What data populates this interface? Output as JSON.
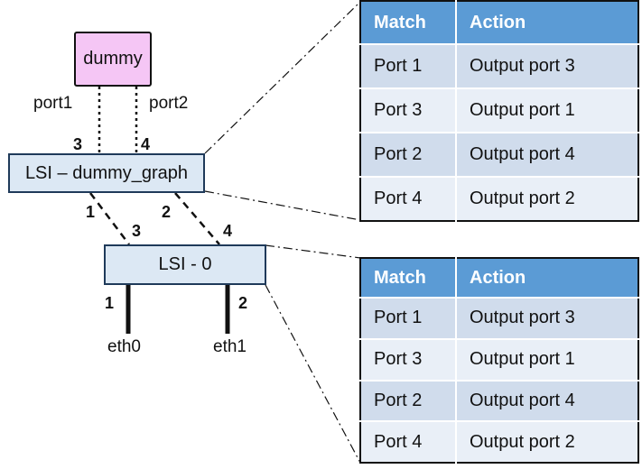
{
  "colors": {
    "dummy_fill": "#f5c6f5",
    "lsi_fill": "#dce8f4",
    "header_fill": "#5b9bd5",
    "row_dark": "#d0dcec",
    "row_light": "#e9eff7"
  },
  "nodes": {
    "dummy": "dummy",
    "lsi_graph": "LSI – dummy_graph",
    "lsi_zero": "LSI - 0"
  },
  "links": {
    "port1": "port1",
    "port2": "port2",
    "eth0": "eth0",
    "eth1": "eth1"
  },
  "port_numbers": {
    "graph_top_left": "3",
    "graph_top_right": "4",
    "graph_bottom_left": "1",
    "graph_bottom_right": "2",
    "zero_top_left": "3",
    "zero_top_right": "4",
    "zero_bottom_left": "1",
    "zero_bottom_right": "2"
  },
  "tables": [
    {
      "headers": [
        "Match",
        "Action"
      ],
      "rows": [
        [
          "Port 1",
          "Output port 3"
        ],
        [
          "Port 3",
          "Output port 1"
        ],
        [
          "Port 2",
          "Output port 4"
        ],
        [
          "Port 4",
          "Output port 2"
        ]
      ]
    },
    {
      "headers": [
        "Match",
        "Action"
      ],
      "rows": [
        [
          "Port 1",
          "Output port 3"
        ],
        [
          "Port 3",
          "Output port 1"
        ],
        [
          "Port 2",
          "Output port 4"
        ],
        [
          "Port 4",
          "Output port 2"
        ]
      ]
    }
  ]
}
